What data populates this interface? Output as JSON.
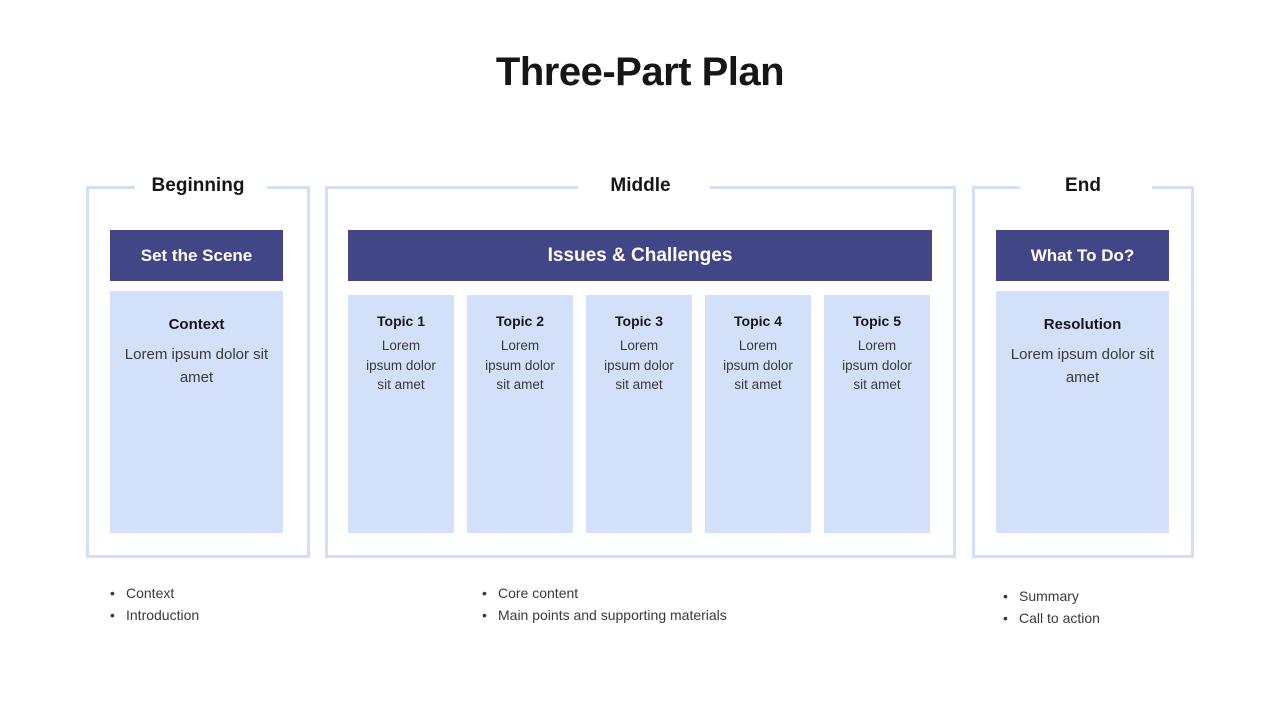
{
  "slide": {
    "title": "Three-Part Plan",
    "colors": {
      "header_bar": "#414686",
      "panel_fill": "#d3e0f9",
      "frame_border": "#d2e0f7",
      "title_text": "#161616",
      "body_text": "#3a3a3a",
      "background": "#ffffff"
    }
  },
  "sections": {
    "beginning": {
      "label": "Beginning",
      "bar_label": "Set the Scene",
      "panel_title": "Context",
      "panel_body": "Lorem ipsum dolor sit amet",
      "bullets": [
        "Context",
        "Introduction"
      ]
    },
    "middle": {
      "label": "Middle",
      "bar_label": "Issues & Challenges",
      "bullets": [
        "Core content",
        "Main points and supporting materials"
      ],
      "topics": [
        {
          "title": "Topic 1",
          "body": "Lorem ipsum dolor sit amet"
        },
        {
          "title": "Topic 2",
          "body": "Lorem ipsum dolor sit amet"
        },
        {
          "title": "Topic 3",
          "body": "Lorem ipsum dolor sit amet"
        },
        {
          "title": "Topic 4",
          "body": "Lorem ipsum dolor sit amet"
        },
        {
          "title": "Topic 5",
          "body": "Lorem ipsum dolor sit amet"
        }
      ]
    },
    "end": {
      "label": "End",
      "bar_label": "What To Do?",
      "panel_title": "Resolution",
      "panel_body": "Lorem ipsum dolor sit amet",
      "bullets": [
        "Summary",
        "Call to action"
      ]
    }
  },
  "bullet_glyph": "•"
}
